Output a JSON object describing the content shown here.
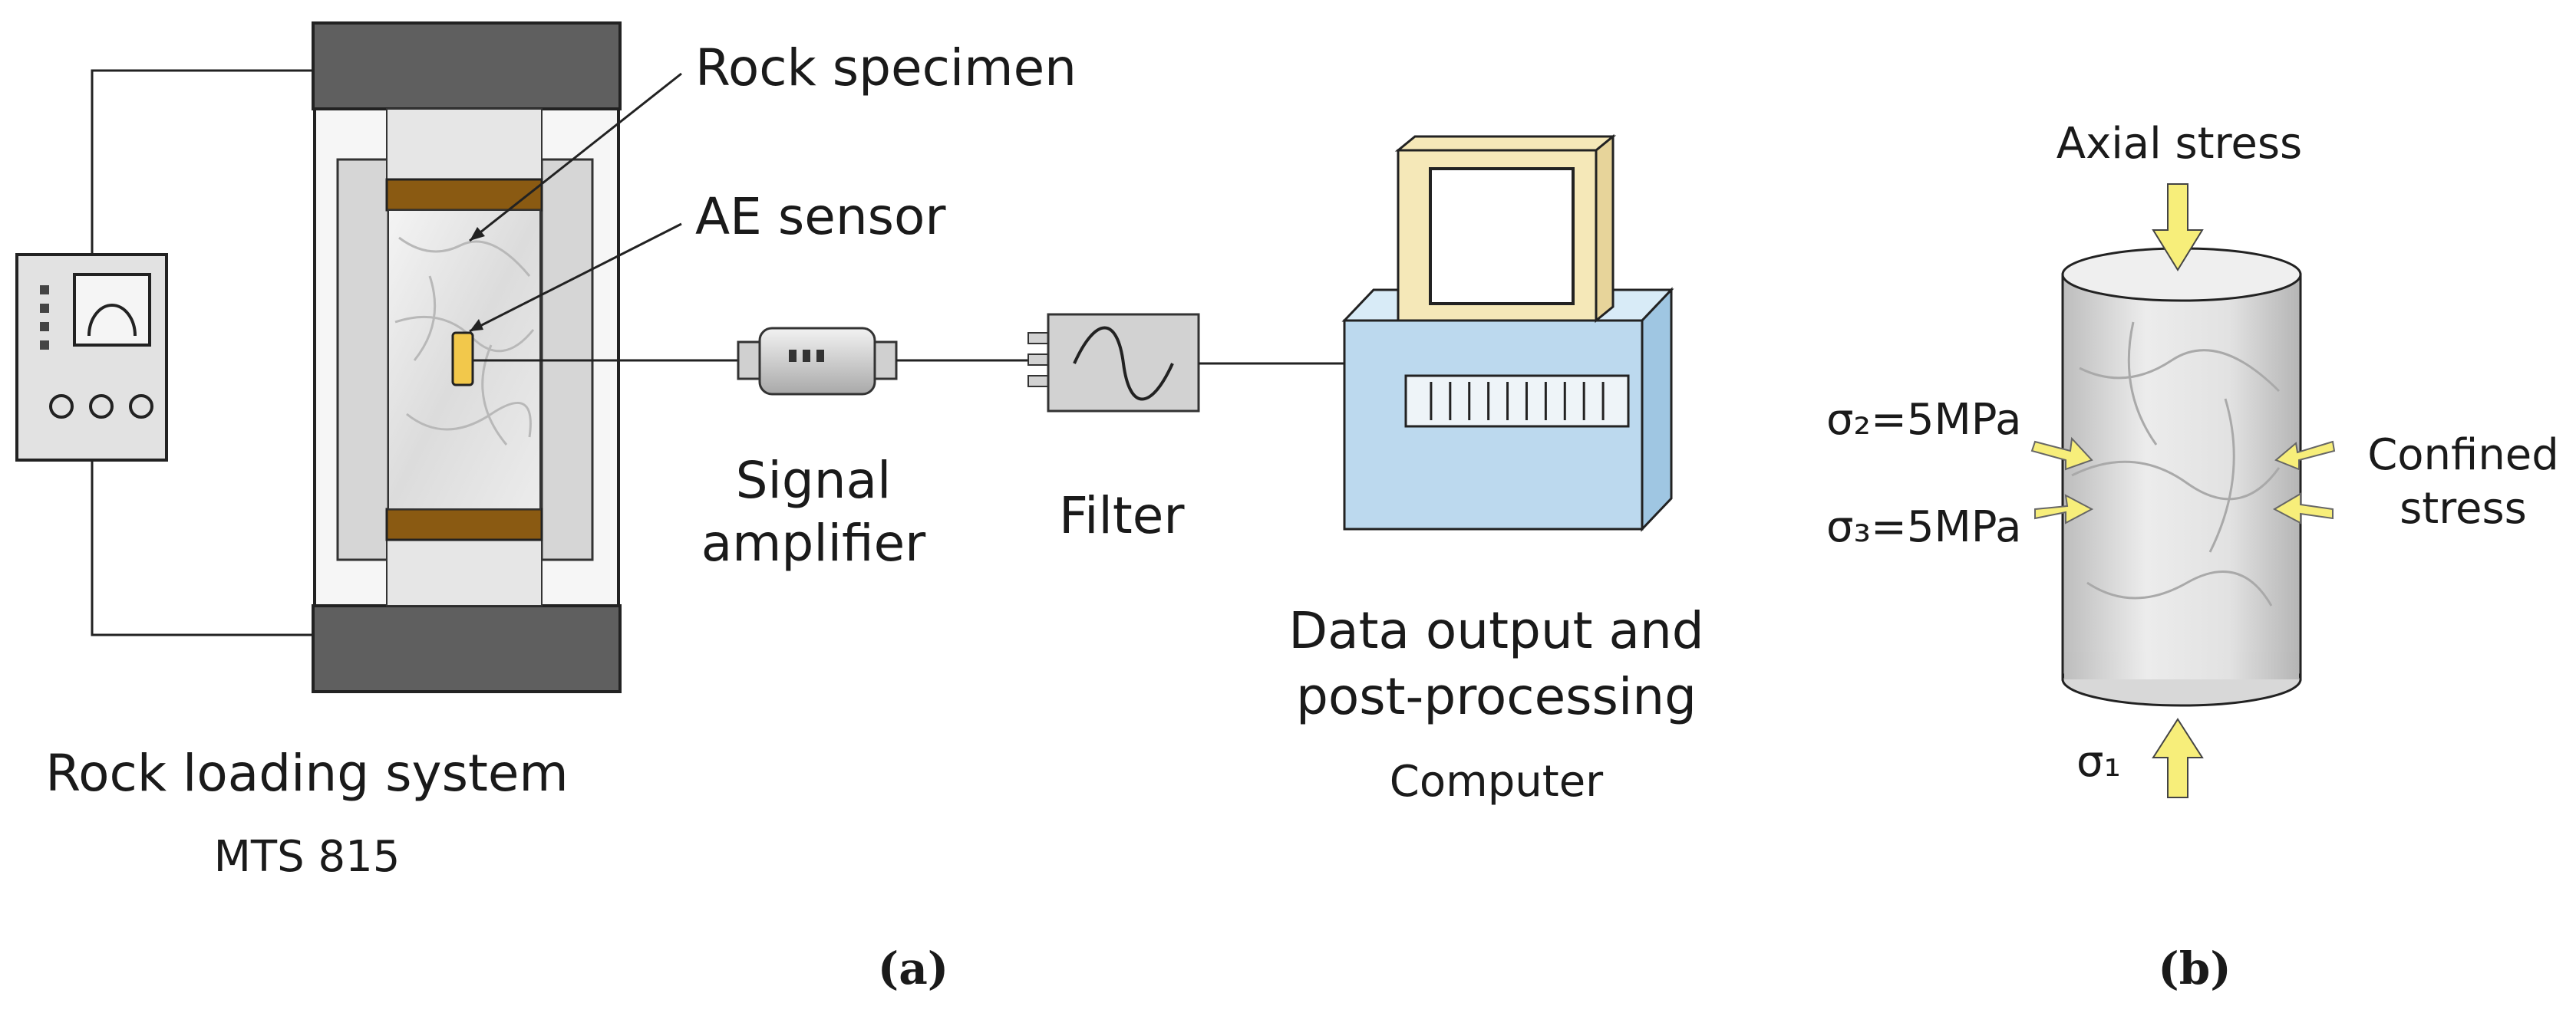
{
  "panel_a": {
    "labels": {
      "rock_specimen": "Rock specimen",
      "ae_sensor": "AE sensor",
      "signal_line1": "Signal",
      "signal_line2": "amplifier",
      "filter": "Filter",
      "output_line1": "Data output and",
      "output_line2": "post-processing",
      "computer": "Computer",
      "loading_line1": "Rock loading system",
      "loading_line2": "MTS 815"
    },
    "caption": "(a)"
  },
  "panel_b": {
    "labels": {
      "axial_stress": "Axial stress",
      "sigma2": "σ₂=5MPa",
      "sigma3": "σ₃=5MPa",
      "confined_line1": "Confined",
      "confined_line2": "stress",
      "sigma1": "σ₁"
    },
    "caption": "(b)"
  },
  "colors": {
    "press_dark": "#5f5f5f",
    "press_light": "#e3e3e3",
    "platen_brown": "#8a5a12",
    "sensor_yellow": "#f2c84b",
    "device_grey": "#d2d2d2",
    "monitor_beige": "#f5e8b8",
    "cpu_blue": "#bcd9ee",
    "arrow_yellow": "#f7ee7a"
  }
}
